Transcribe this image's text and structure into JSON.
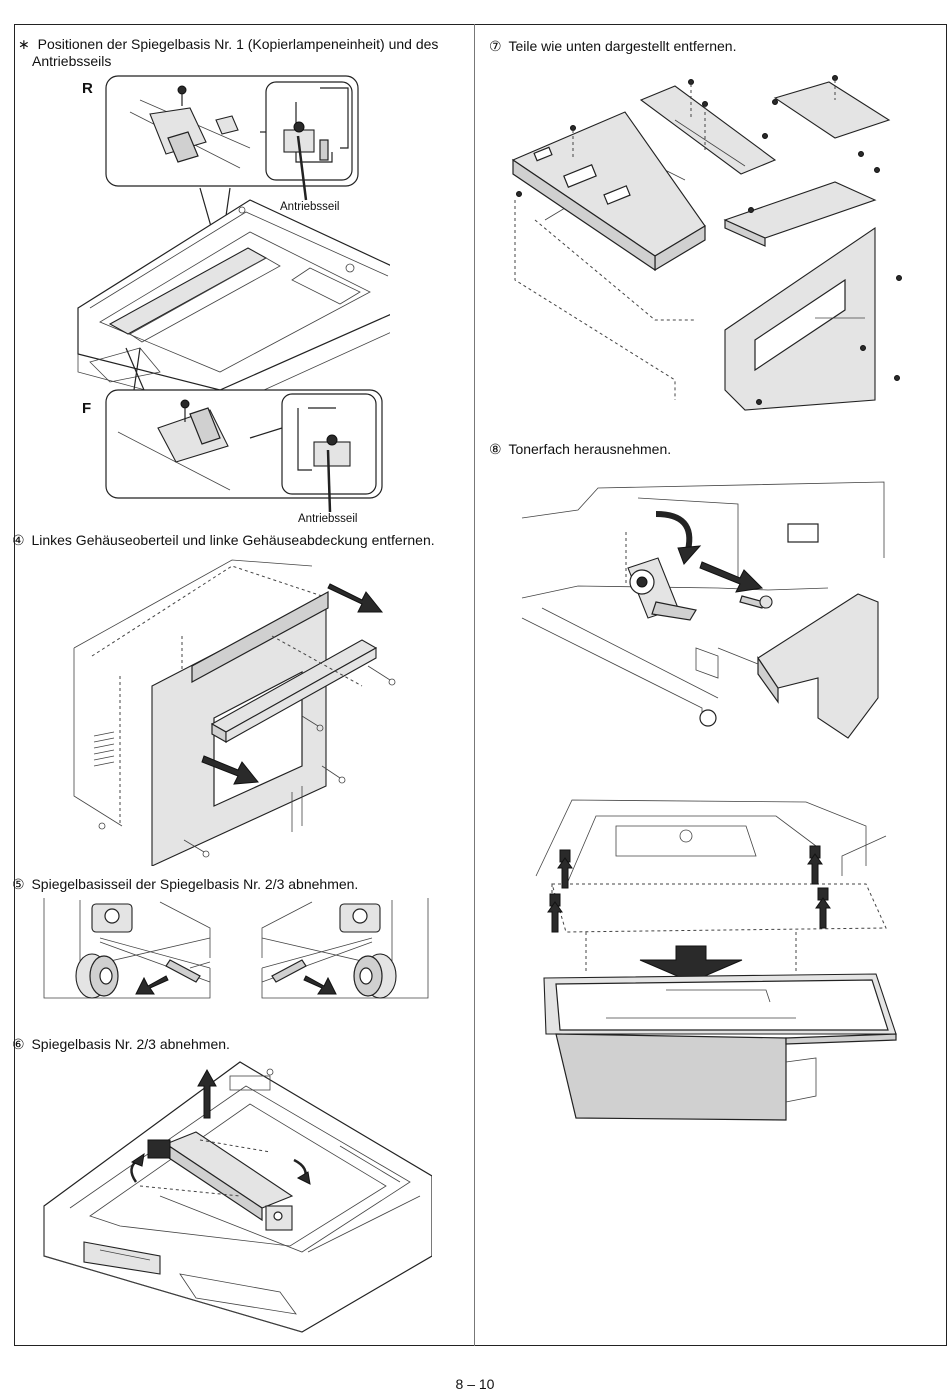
{
  "note": {
    "bullet": "∗",
    "line1": "Positionen der Spiegelbasis Nr. 1 (Kopierlampeneinheit) und des",
    "line2": "Antriebsseils",
    "label_r": "R",
    "label_f": "F",
    "callout_top": "Antriebsseil",
    "callout_bottom": "Antriebsseil"
  },
  "steps": [
    {
      "number": "④",
      "text": "Linkes Gehäuseoberteil und linke Gehäuseabdeckung entfernen."
    },
    {
      "number": "⑤",
      "text": "Spiegelbasisseil der Spiegelbasis Nr. 2/3 abnehmen."
    },
    {
      "number": "⑥",
      "text": "Spiegelbasis Nr. 2/3 abnehmen."
    },
    {
      "number": "⑦",
      "text": "Teile wie unten dargestellt entfernen."
    },
    {
      "number": "⑧",
      "text": "Tonerfach herausnehmen."
    }
  ],
  "figures": {
    "mirror_base_positions": "mirror-base-positions-figure",
    "left_cover_removal": "left-cover-removal-figure",
    "mirror_wire_removal": "mirror-wire-removal-figure",
    "mirror_base_removal": "mirror-base-removal-figure",
    "parts_removal": "parts-removal-figure",
    "toner_screw": "toner-screw-figure",
    "toner_tray_removal": "toner-tray-removal-figure"
  },
  "page_number": "8 – 10"
}
